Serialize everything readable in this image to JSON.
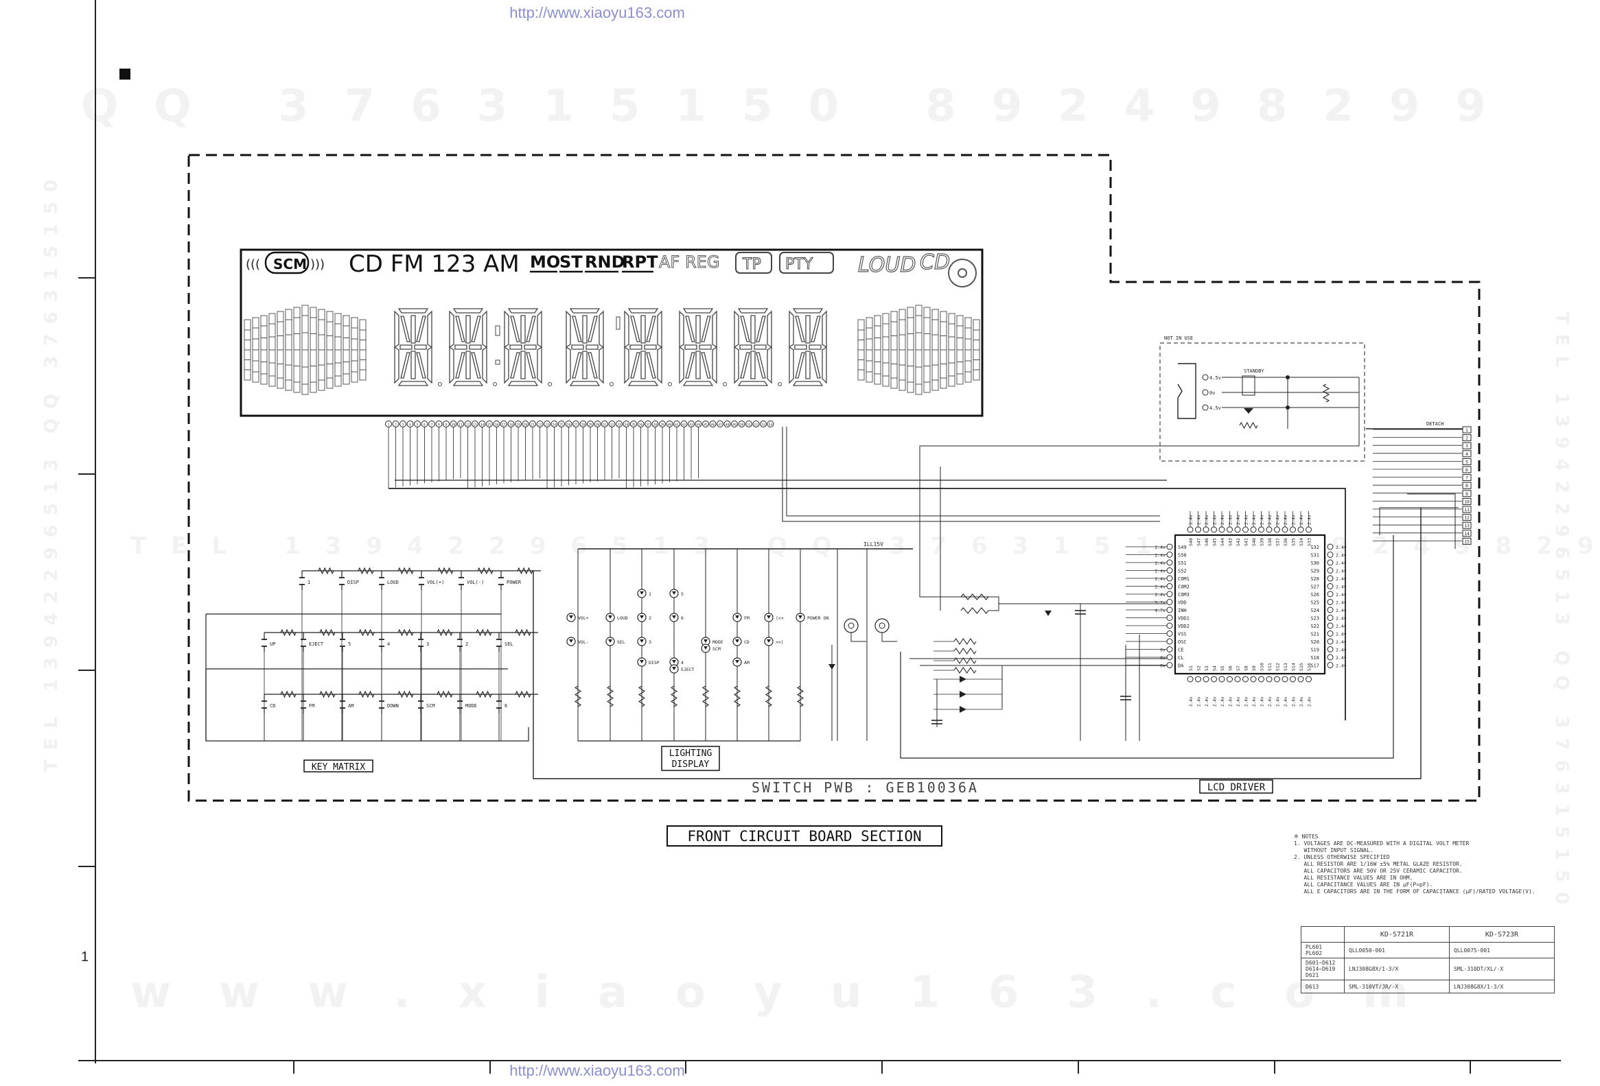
{
  "header_url": "http://www.xiaoyu163.com",
  "footer_url": "http://www.xiaoyu163.com",
  "watermarks": {
    "top": "QQ 376315150   892498299",
    "mid": "TEL 13942296513  QQ 376315150 892498299",
    "bottom": "www.xiaoyu163.com",
    "left_vertical": "TEL 13942296513 QQ 376315150",
    "right_vertical": "TEL 13942296513 QQ 376315150"
  },
  "row_label": "1",
  "display": {
    "scm": "SCM",
    "bands": "CD FM 123 AM",
    "flags": [
      "MO",
      "ST",
      "RND",
      "RPT"
    ],
    "flags_dim": [
      "AF",
      "REG"
    ],
    "boxed": [
      "TP",
      "PTY"
    ],
    "loud": "LOUD",
    "cd_logo": "CD"
  },
  "key_matrix": {
    "label": "KEY MATRIX",
    "row1": [
      "1",
      "DISP",
      "LOUD",
      "VOL(+)",
      "VOL(-)",
      "POWER"
    ],
    "row2": [
      "UP",
      "EJECT",
      "5",
      "4",
      "3",
      "2",
      "SEL"
    ],
    "row3": [
      "CD",
      "FM",
      "AM",
      "DOWN",
      "SCM",
      "MODE",
      "6"
    ]
  },
  "lighting_display": {
    "label_line1": "LIGHTING",
    "label_line2": "DISPLAY",
    "rail_label": "ILL15V",
    "leds": [
      "VOL+",
      "VOL-",
      "LOUD",
      "SEL",
      "DISP",
      "1",
      "2",
      "3",
      "4",
      "5",
      "6",
      "MODE",
      "EJECT",
      "SCM",
      "FM",
      "CD",
      "AM",
      "|<<",
      ">>|",
      "POWER ON"
    ]
  },
  "standby": {
    "group_label": "NOT IN USE",
    "switch_label": "STANDBY",
    "voltages": [
      "4.5v",
      "0v",
      "4.5v"
    ]
  },
  "connector": {
    "label": "DETACH",
    "pins": [
      "1",
      "2",
      "3",
      "4",
      "5",
      "6",
      "7",
      "8",
      "9",
      "10",
      "11",
      "12",
      "13",
      "14",
      "15"
    ]
  },
  "lcd_driver": {
    "label": "LCD DRIVER",
    "left_pins": [
      "S49",
      "S50",
      "S51",
      "S52",
      "COM1",
      "COM2",
      "COM3",
      "VDD",
      "INH",
      "VDD1",
      "VDD2",
      "VSS",
      "OSC",
      "CE",
      "CL",
      "DA"
    ],
    "left_volts": [
      "2.4v",
      "2.4v",
      "2.4v",
      "2.4v",
      "2.4v",
      "2.4v",
      "2.4v",
      "5.1v",
      "4.7v",
      "",
      "",
      "",
      "",
      "0v",
      "0v",
      "0v"
    ],
    "right_pins": [
      "S32",
      "S31",
      "S30",
      "S29",
      "S28",
      "S27",
      "S26",
      "S25",
      "S24",
      "S23",
      "S22",
      "S21",
      "S20",
      "S19",
      "S18",
      "S17"
    ],
    "top_pins": [
      "S48",
      "S47",
      "S46",
      "S45",
      "S44",
      "S43",
      "S42",
      "S41",
      "S40",
      "S39",
      "S38",
      "S37",
      "S36",
      "S35",
      "S34",
      "S33"
    ],
    "bottom_pins": [
      "S1",
      "S2",
      "S3",
      "S4",
      "S5",
      "S6",
      "S7",
      "S8",
      "S9",
      "S10",
      "S11",
      "S12",
      "S13",
      "S14",
      "S15",
      "S16"
    ],
    "pin_volt": "2.4v"
  },
  "board_label": "SWITCH PWB : GEB10036A",
  "section_title": "FRONT CIRCUIT BOARD SECTION",
  "notes": {
    "title": "※ NOTES",
    "line1": "1. VOLTAGES ARE DC-MEASURED WITH A DIGITAL VOLT METER",
    "line1b": "   WITHOUT INPUT SIGNAL.",
    "line2": "2. UNLESS OTHERWISE SPECIFIED",
    "line2a": "   ALL RESISTOR ARE 1/16W ±5% METAL GLAZE RESISTOR.",
    "line2b": "   ALL CAPACITORS ARE 50V OR 25V CERAMIC CAPACITOR.",
    "line2c": "   ALL RESISTANCE VALUES ARE IN OHM.",
    "line2d": "   ALL CAPACITANCE VALUES ARE IN μF(P=pF).",
    "line2e": "   ALL E CAPACITORS ARE IN THE FORM OF CAPACITANCE (μF)/RATED VOLTAGE(V)."
  },
  "parts_table": {
    "headers": [
      "",
      "KD-S721R",
      "KD-S723R"
    ],
    "rows": [
      [
        "PL601\nPL602",
        "QLL0050-001",
        "QLL0075-001"
      ],
      [
        "D601~D612\nD614~D619\nD621",
        "LNJ308G8X/1-3/X",
        "SML-310DT/XL/-X"
      ],
      [
        "D613",
        "SML-310VT/JR/-X",
        "LNJ308G8X/1-3/X"
      ]
    ]
  }
}
